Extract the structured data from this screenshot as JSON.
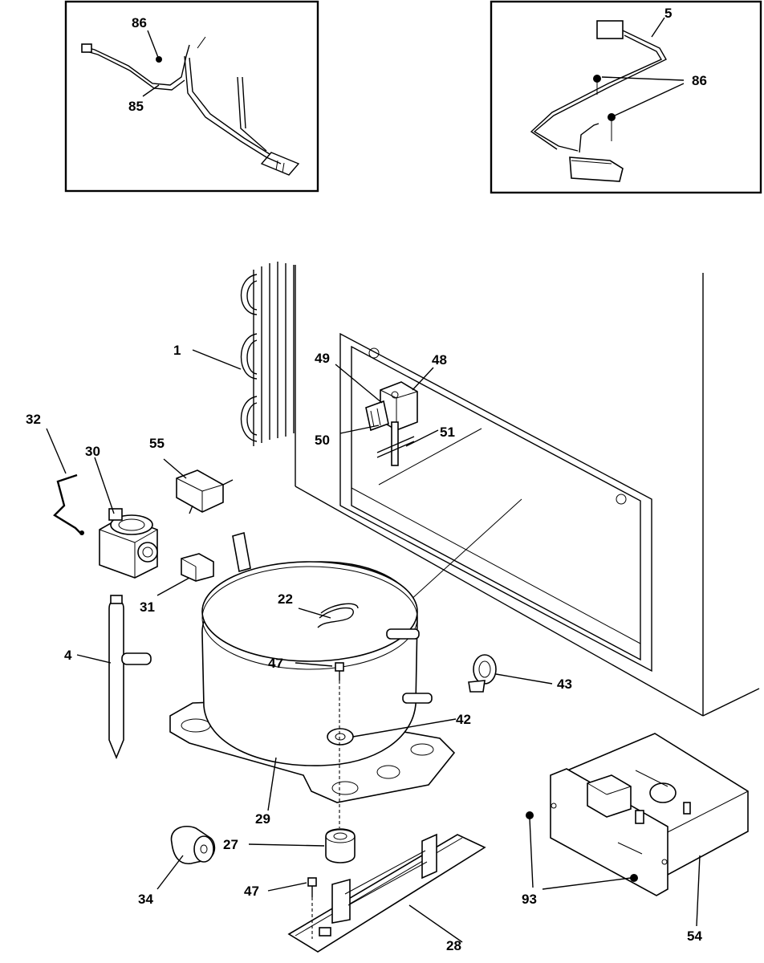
{
  "diagram": {
    "labels": {
      "p1": "1",
      "p4": "4",
      "p5": "5",
      "p22": "22",
      "p27": "27",
      "p28": "28",
      "p29": "29",
      "p30": "30",
      "p31": "31",
      "p32": "32",
      "p34": "34",
      "p42": "42",
      "p43": "43",
      "p47a": "47",
      "p47b": "47",
      "p48": "48",
      "p49": "49",
      "p50": "50",
      "p51": "51",
      "p54": "54",
      "p55": "55",
      "p85": "85",
      "p86a": "86",
      "p86b": "86",
      "p93": "93"
    }
  }
}
